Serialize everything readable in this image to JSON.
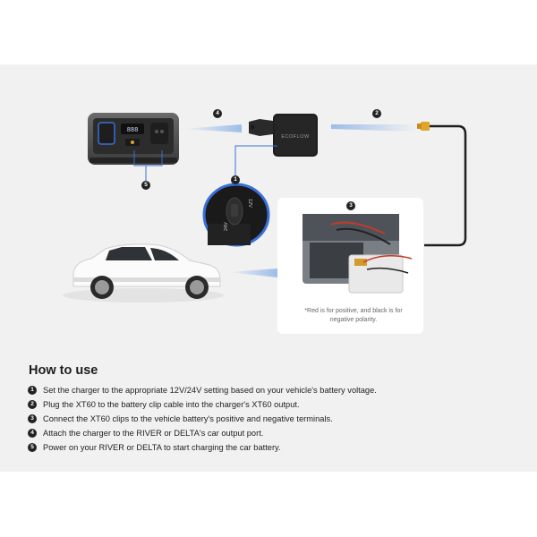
{
  "diagram": {
    "badges": [
      "1",
      "2",
      "3",
      "4",
      "5"
    ],
    "charger_brand": "ECOFLOW",
    "dial_label_top": "12V",
    "dial_label_bottom": "24V",
    "powerstation_display": "888",
    "note": "*Red is for positive, and black is for negative polarity."
  },
  "howto": {
    "title": "How to use",
    "steps": [
      {
        "num": "1",
        "text": "Set the charger to the appropriate 12V/24V setting based on your vehicle's battery voltage."
      },
      {
        "num": "2",
        "text": "Plug the XT60 to the battery clip cable into the charger's XT60 output."
      },
      {
        "num": "3",
        "text": "Connect the XT60 clips to the vehicle battery's positive and negative terminals."
      },
      {
        "num": "4",
        "text": "Attach the charger to the RIVER or DELTA's car output port."
      },
      {
        "num": "5",
        "text": "Power on your RIVER or DELTA to start charging the car battery."
      }
    ]
  },
  "colors": {
    "panel_bg": "#f1f1f2",
    "beam": "#8fb3e6",
    "badge": "#222222",
    "accent_blue": "#3a6fd8"
  }
}
